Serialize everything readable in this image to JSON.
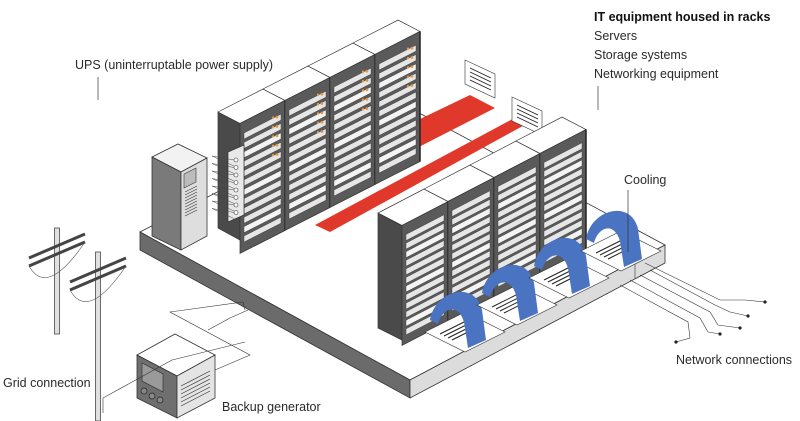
{
  "title": "Data center components",
  "labels": {
    "it_equipment_heading": "IT equipment housed in racks",
    "servers": "Servers",
    "storage": "Storage systems",
    "networking": "Networking equipment",
    "ups": "UPS (uninterruptable power supply)",
    "cooling": "Cooling",
    "grid": "Grid connection",
    "generator": "Backup generator",
    "network": "Network connections"
  },
  "colors": {
    "hot_aisle": "#e0392b",
    "cooling_air": "#4a73c2",
    "rack_dark": "#5a5a5a",
    "rack_side": "#4a4a4a",
    "floor_top": "#ffffff",
    "floor_edge": "#d9d9d9",
    "floor_dark": "#6b6b6b",
    "line": "#333333"
  }
}
